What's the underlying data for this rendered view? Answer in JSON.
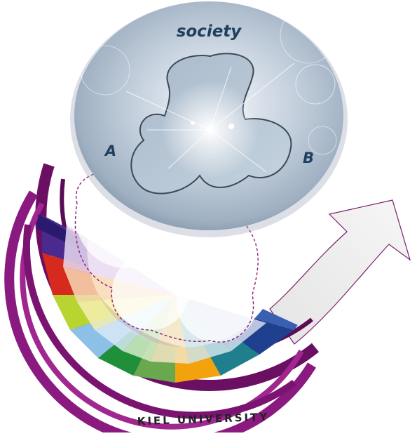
{
  "labels": {
    "top": "society",
    "left": "A",
    "right": "B",
    "footer": "KIEL UNIVERSITY"
  },
  "colors": {
    "arc_outer": "#7a1470",
    "arc_inner": "#9b1f86",
    "sphere": "#b8c6d6",
    "arrow_fill": "#efefef",
    "arrow_stroke": "#7a1f6a",
    "segments": [
      "#2a1a6e",
      "#6a2c8f",
      "#d62a1e",
      "#f07a20",
      "#f4c400",
      "#b7d430",
      "#8cc0e6",
      "#4a8fd0",
      "#6aa84f",
      "#1f8f3a",
      "#f2a20c",
      "#1f7f8c",
      "#1f3f8f"
    ]
  }
}
